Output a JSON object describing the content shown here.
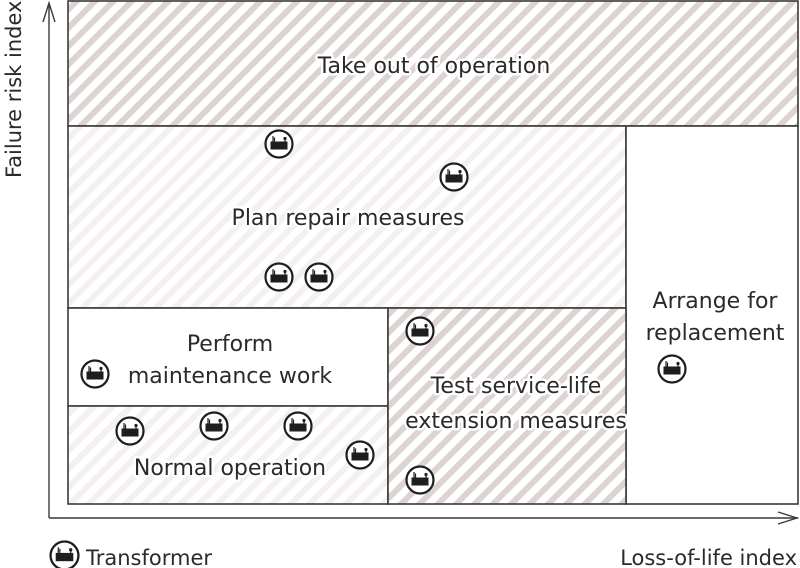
{
  "colors": {
    "hatch_strong": "#ddd3d1",
    "hatch_light": "#f4f0ef",
    "border": "#3a3a3a",
    "icon": "#1e1e1e"
  },
  "axes": {
    "y_label": "Failure risk index",
    "x_label": "Loss-of-life index"
  },
  "legend": {
    "icon": "transformer-icon",
    "label": "Transformer"
  },
  "zones": [
    {
      "id": "take-out",
      "lines": [
        "Take out of operation"
      ],
      "fill": "hatch-strong"
    },
    {
      "id": "plan-repair",
      "lines": [
        "Plan repair measures"
      ],
      "fill": "hatch-light"
    },
    {
      "id": "maintenance",
      "lines": [
        "Perform",
        "maintenance work"
      ],
      "fill": "none"
    },
    {
      "id": "normal",
      "lines": [
        "Normal operation"
      ],
      "fill": "hatch-light"
    },
    {
      "id": "test-extension",
      "lines": [
        "Test service-life",
        "extension measures"
      ],
      "fill": "hatch-strong"
    },
    {
      "id": "replacement",
      "lines": [
        "Arrange for",
        "replacement"
      ],
      "fill": "none"
    }
  ],
  "transformers": [
    {
      "zone": "plan-repair"
    },
    {
      "zone": "plan-repair"
    },
    {
      "zone": "plan-repair"
    },
    {
      "zone": "plan-repair"
    },
    {
      "zone": "maintenance"
    },
    {
      "zone": "normal"
    },
    {
      "zone": "normal"
    },
    {
      "zone": "normal"
    },
    {
      "zone": "normal"
    },
    {
      "zone": "test-extension"
    },
    {
      "zone": "test-extension"
    },
    {
      "zone": "replacement"
    }
  ]
}
